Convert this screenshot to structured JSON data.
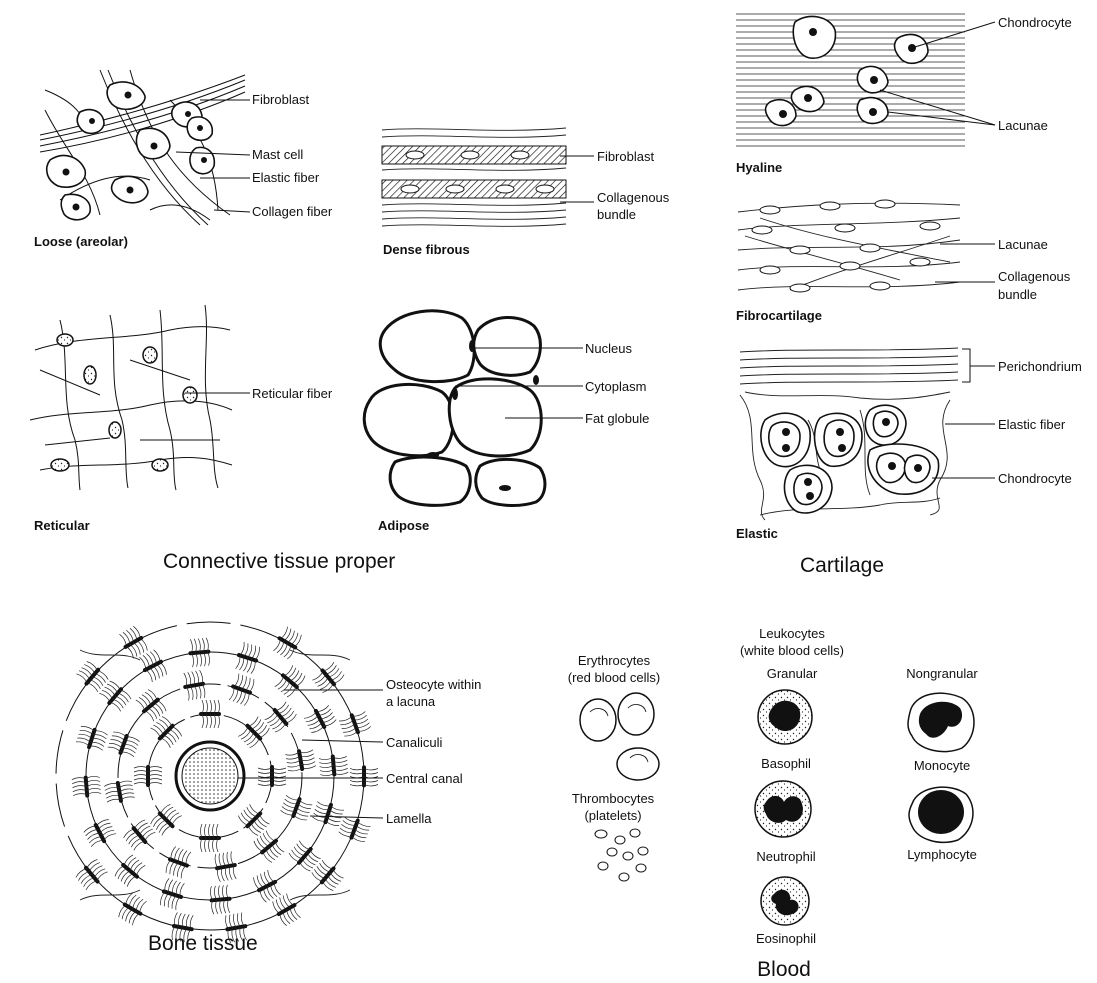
{
  "groups": {
    "connective": "Connective tissue proper",
    "cartilage": "Cartilage",
    "bone": "Bone tissue",
    "blood": "Blood"
  },
  "panels": {
    "loose": {
      "title": "Loose (areolar)",
      "labels": [
        "Fibroblast",
        "Mast cell",
        "Elastic fiber",
        "Collagen fiber"
      ]
    },
    "dense": {
      "title": "Dense fibrous",
      "labels": [
        "Fibroblast",
        "Collagenous",
        "bundle"
      ]
    },
    "reticular": {
      "title": "Reticular",
      "labels": [
        "Reticular fiber"
      ]
    },
    "adipose": {
      "title": "Adipose",
      "labels": [
        "Nucleus",
        "Cytoplasm",
        "Fat globule"
      ]
    },
    "hyaline": {
      "title": "Hyaline",
      "labels": [
        "Chondrocyte",
        "Lacunae"
      ]
    },
    "fibrocartilage": {
      "title": "Fibrocartilage",
      "labels": [
        "Lacunae",
        "Collagenous",
        "bundle"
      ]
    },
    "elastic": {
      "title": "Elastic",
      "labels": [
        "Perichondrium",
        "Elastic fiber",
        "Chondrocyte"
      ]
    },
    "bone": {
      "labels": [
        "Osteocyte within",
        "a lacuna",
        "Canaliculi",
        "Central canal",
        "Lamella"
      ]
    },
    "blood": {
      "erythrocytes": [
        "Erythrocytes",
        "(red blood cells)"
      ],
      "thrombocytes": [
        "Thrombocytes",
        "(platelets)"
      ],
      "leukocytes": [
        "Leukocytes",
        "(white blood cells)"
      ],
      "granular": "Granular",
      "nongranular": "Nongranular",
      "cells": [
        "Basophil",
        "Neutrophil",
        "Eosinophil",
        "Monocyte",
        "Lymphocyte"
      ]
    }
  }
}
